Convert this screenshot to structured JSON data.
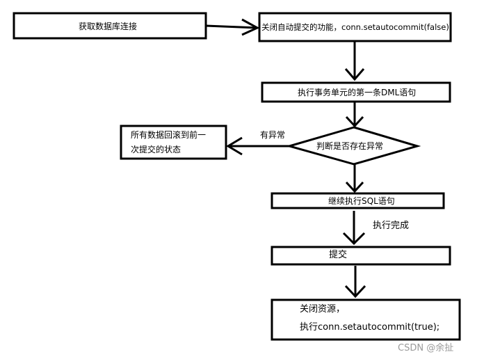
{
  "nodes": {
    "get_connection": "获取数据库连接",
    "disable_autocommit": "关闭自动提交的功能，conn.setautocommit(false);",
    "first_dml": "执行事务单元的第一条DML语句",
    "check_exception": "判断是否存在异常",
    "rollback_line1": "所有数据回滚到前一",
    "rollback_line2": "次提交的状态",
    "continue_sql": "继续执行SQL语句",
    "commit": "提交",
    "close_line1": "关闭资源，",
    "close_line2": "执行conn.setautocommit(true);"
  },
  "edges": {
    "exception_label": "有异常",
    "done_label": "执行完成"
  },
  "watermark": "CSDN @余扯"
}
